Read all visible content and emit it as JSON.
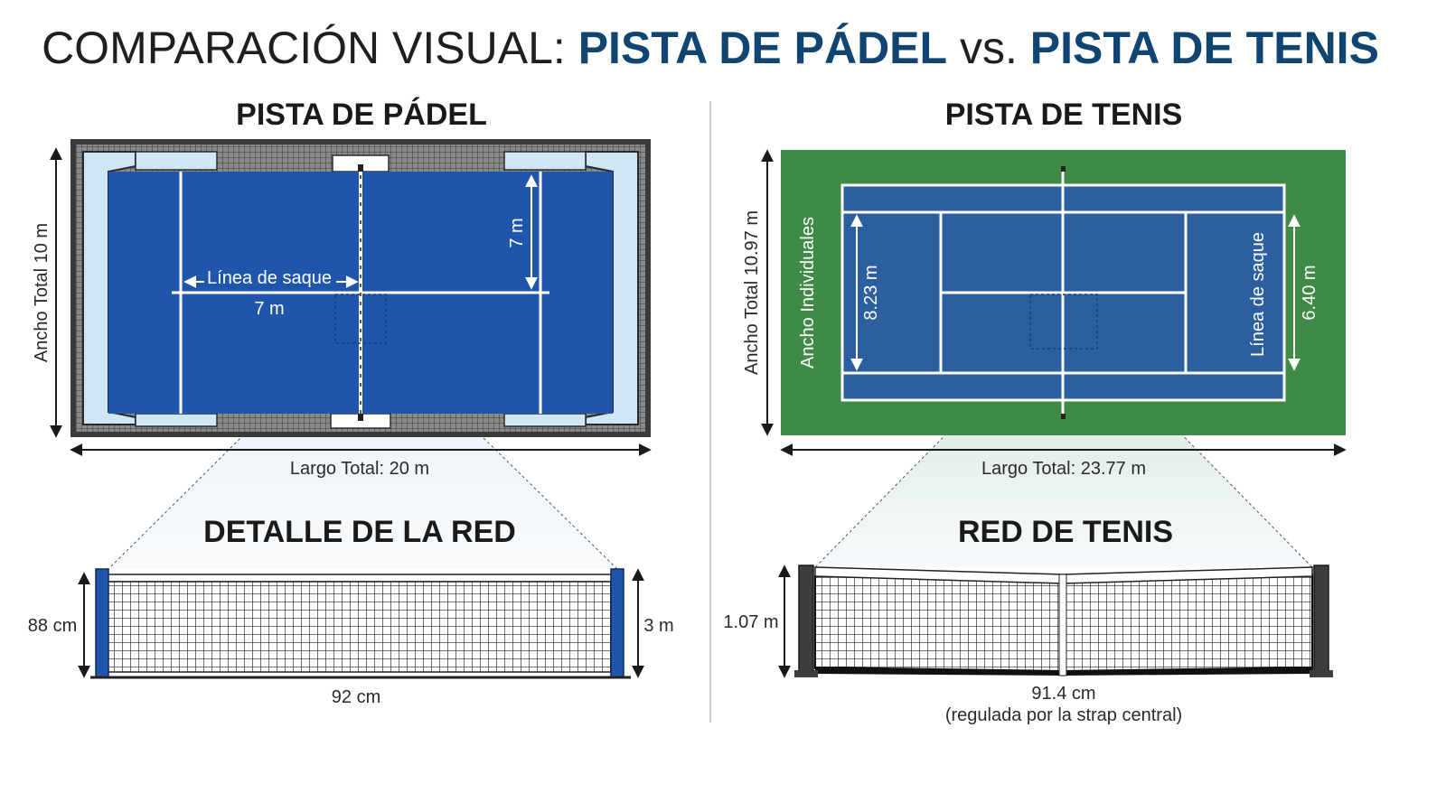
{
  "title": {
    "prefix": "COMPARACIÓN VISUAL: ",
    "padel": "PISTA DE PÁDEL",
    "vs": " vs. ",
    "tenis": "PISTA DE TENIS"
  },
  "padel": {
    "heading": "PISTA DE PÁDEL",
    "width_label": "Ancho Total 10 m",
    "length_label": "Largo Total: 20 m",
    "service_line_label": "Línea de saque",
    "service_depth_label": "7 m",
    "service_width_label": "7 m",
    "net_heading": "DETALLE DE LA RED",
    "net_height_label": "88 cm",
    "post_height_label": "3 m",
    "net_center_label": "92 cm",
    "colors": {
      "court": "#1f56ab",
      "glass": "#cfe7f5",
      "mesh": "#4a4a4a",
      "lines": "#ffffff"
    }
  },
  "tenis": {
    "heading": "PISTA DE TENIS",
    "width_label": "Ancho Total 10.97 m",
    "length_label": "Largo Total: 23.77 m",
    "singles_label": "Ancho Individuales",
    "singles_width_label": "8.23 m",
    "service_line_label": "Línea de saque",
    "service_depth_label": "6.40 m",
    "net_heading": "RED DE TENIS",
    "net_height_label": "1.07 m",
    "net_center_label": "91.4 cm",
    "net_center_note": "(regulada por la strap central)",
    "colors": {
      "court": "#2c5f9f",
      "surround": "#3f8a47",
      "lines": "#ffffff"
    }
  }
}
